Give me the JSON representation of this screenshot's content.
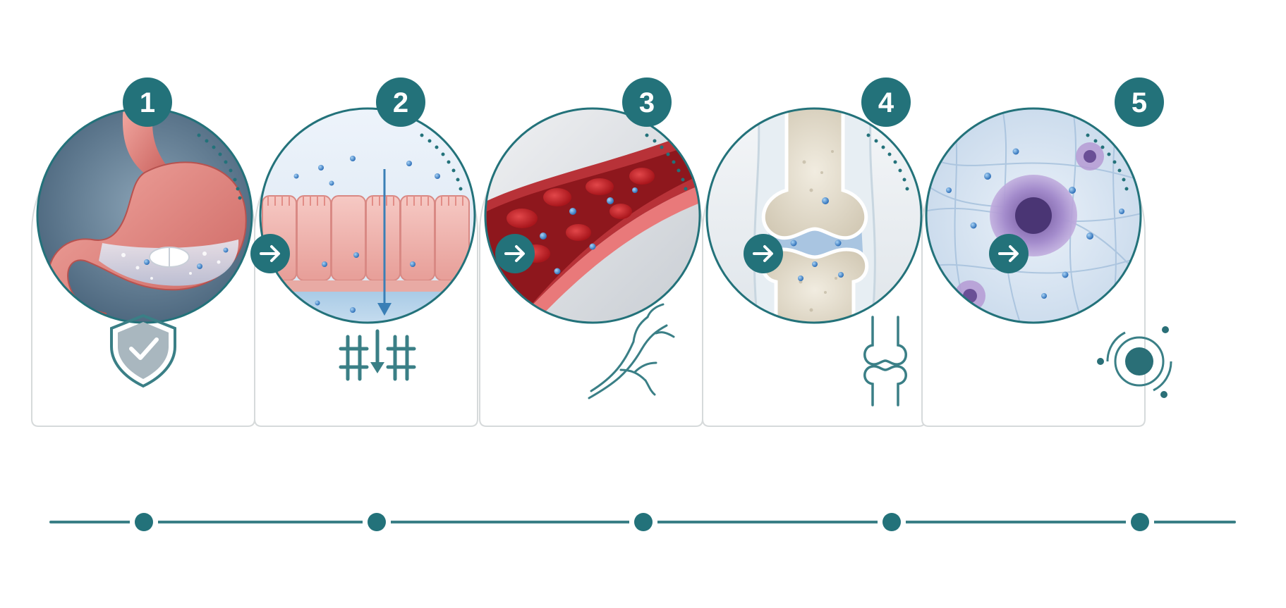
{
  "colors": {
    "teal": "#23727a",
    "teal_light": "#3a8a92",
    "card_border": "#d6dadb",
    "blue_particle": "#3f8fd6",
    "blood_red": "#c8282c",
    "tissue_pink": "#f1b1ad",
    "bone": "#ece6d8",
    "cell_purple": "#8a6cb8"
  },
  "steps": [
    {
      "number": "1",
      "scene": "stomach-with-tablet",
      "icon": "shield-check-icon"
    },
    {
      "number": "2",
      "scene": "intestinal-epithelium-absorption",
      "icon": "membrane-transport-icon"
    },
    {
      "number": "3",
      "scene": "blood-vessel-circulation",
      "icon": "vessel-branch-icon"
    },
    {
      "number": "4",
      "scene": "knee-joint-distribution",
      "icon": "joint-icon"
    },
    {
      "number": "5",
      "scene": "tissue-cell-uptake",
      "icon": "target-orbit-icon"
    }
  ]
}
